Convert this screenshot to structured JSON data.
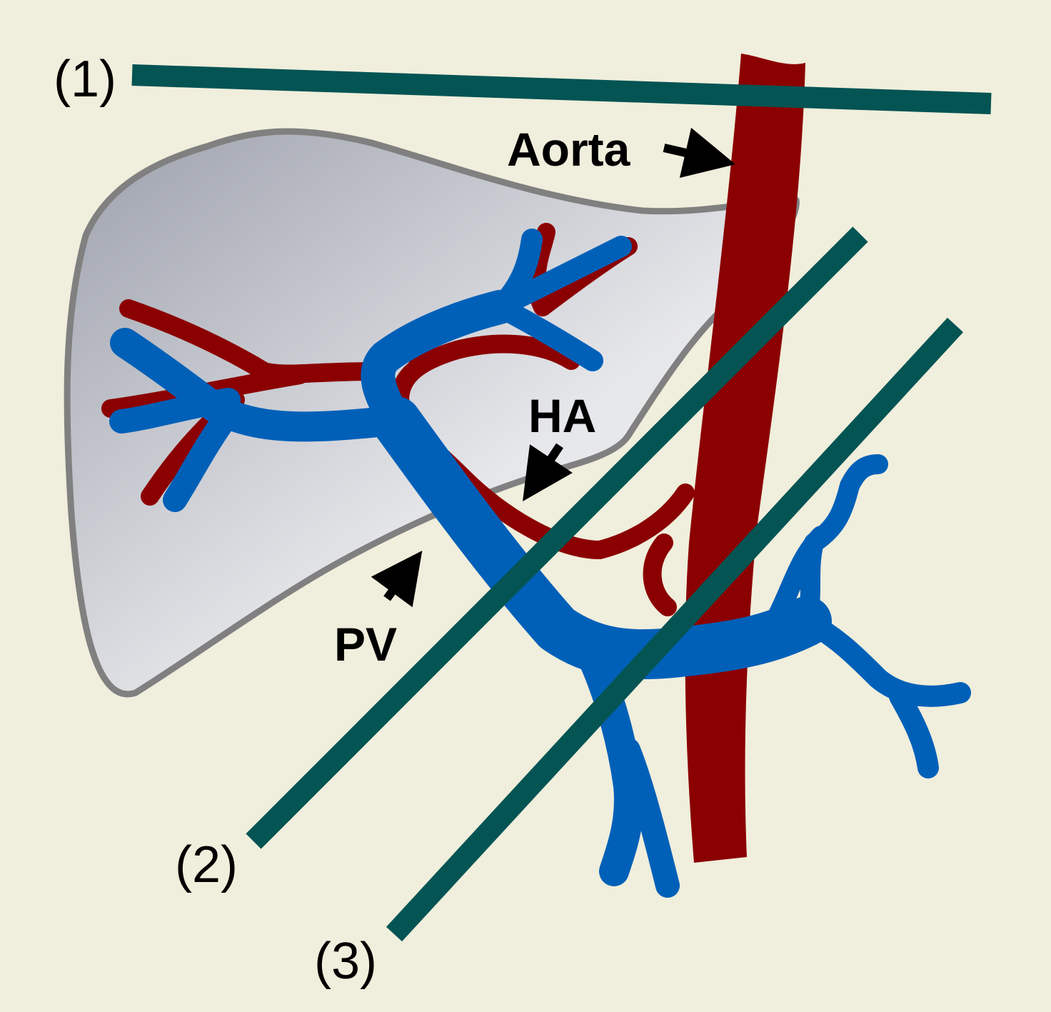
{
  "diagram": {
    "labels": {
      "plane_1": "(1)",
      "plane_2": "(2)",
      "plane_3": "(3)",
      "aorta": "Aorta",
      "hepatic_artery": "HA",
      "portal_vein": "PV"
    },
    "colors": {
      "background": "#F0EEDC",
      "liver_fill_dark": "#9CA0AC",
      "liver_fill_light": "#E6E7EA",
      "liver_outline": "#808080",
      "artery": "#8B0000",
      "vein": "#0060B8",
      "scan_plane": "#045454",
      "arrow": "#000000"
    }
  }
}
